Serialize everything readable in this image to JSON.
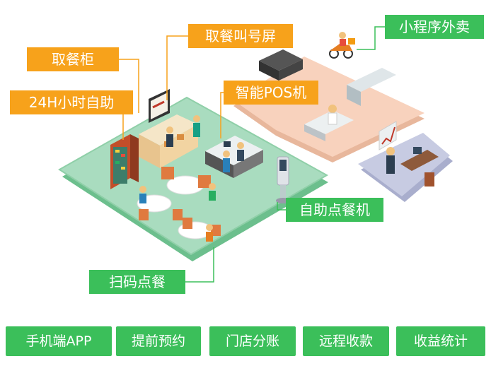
{
  "labels": {
    "qucan_gui": "取餐柜",
    "qucan_screen": "取餐叫号屏",
    "self_24h": "24H小时自助",
    "pos": "智能POS机",
    "miniprogram": "小程序外卖",
    "kiosk": "自助点餐机",
    "scan_order": "扫码点餐"
  },
  "features": [
    "手机端APP",
    "提前预约",
    "门店分账",
    "远程收款",
    "收益统计"
  ],
  "colors": {
    "orange": "#f7a21b",
    "green": "#3bbf5a",
    "floor_green": "#a9dcbf",
    "kitchen_peach": "#f8d2bd",
    "office_blue": "#c7cbe2"
  }
}
